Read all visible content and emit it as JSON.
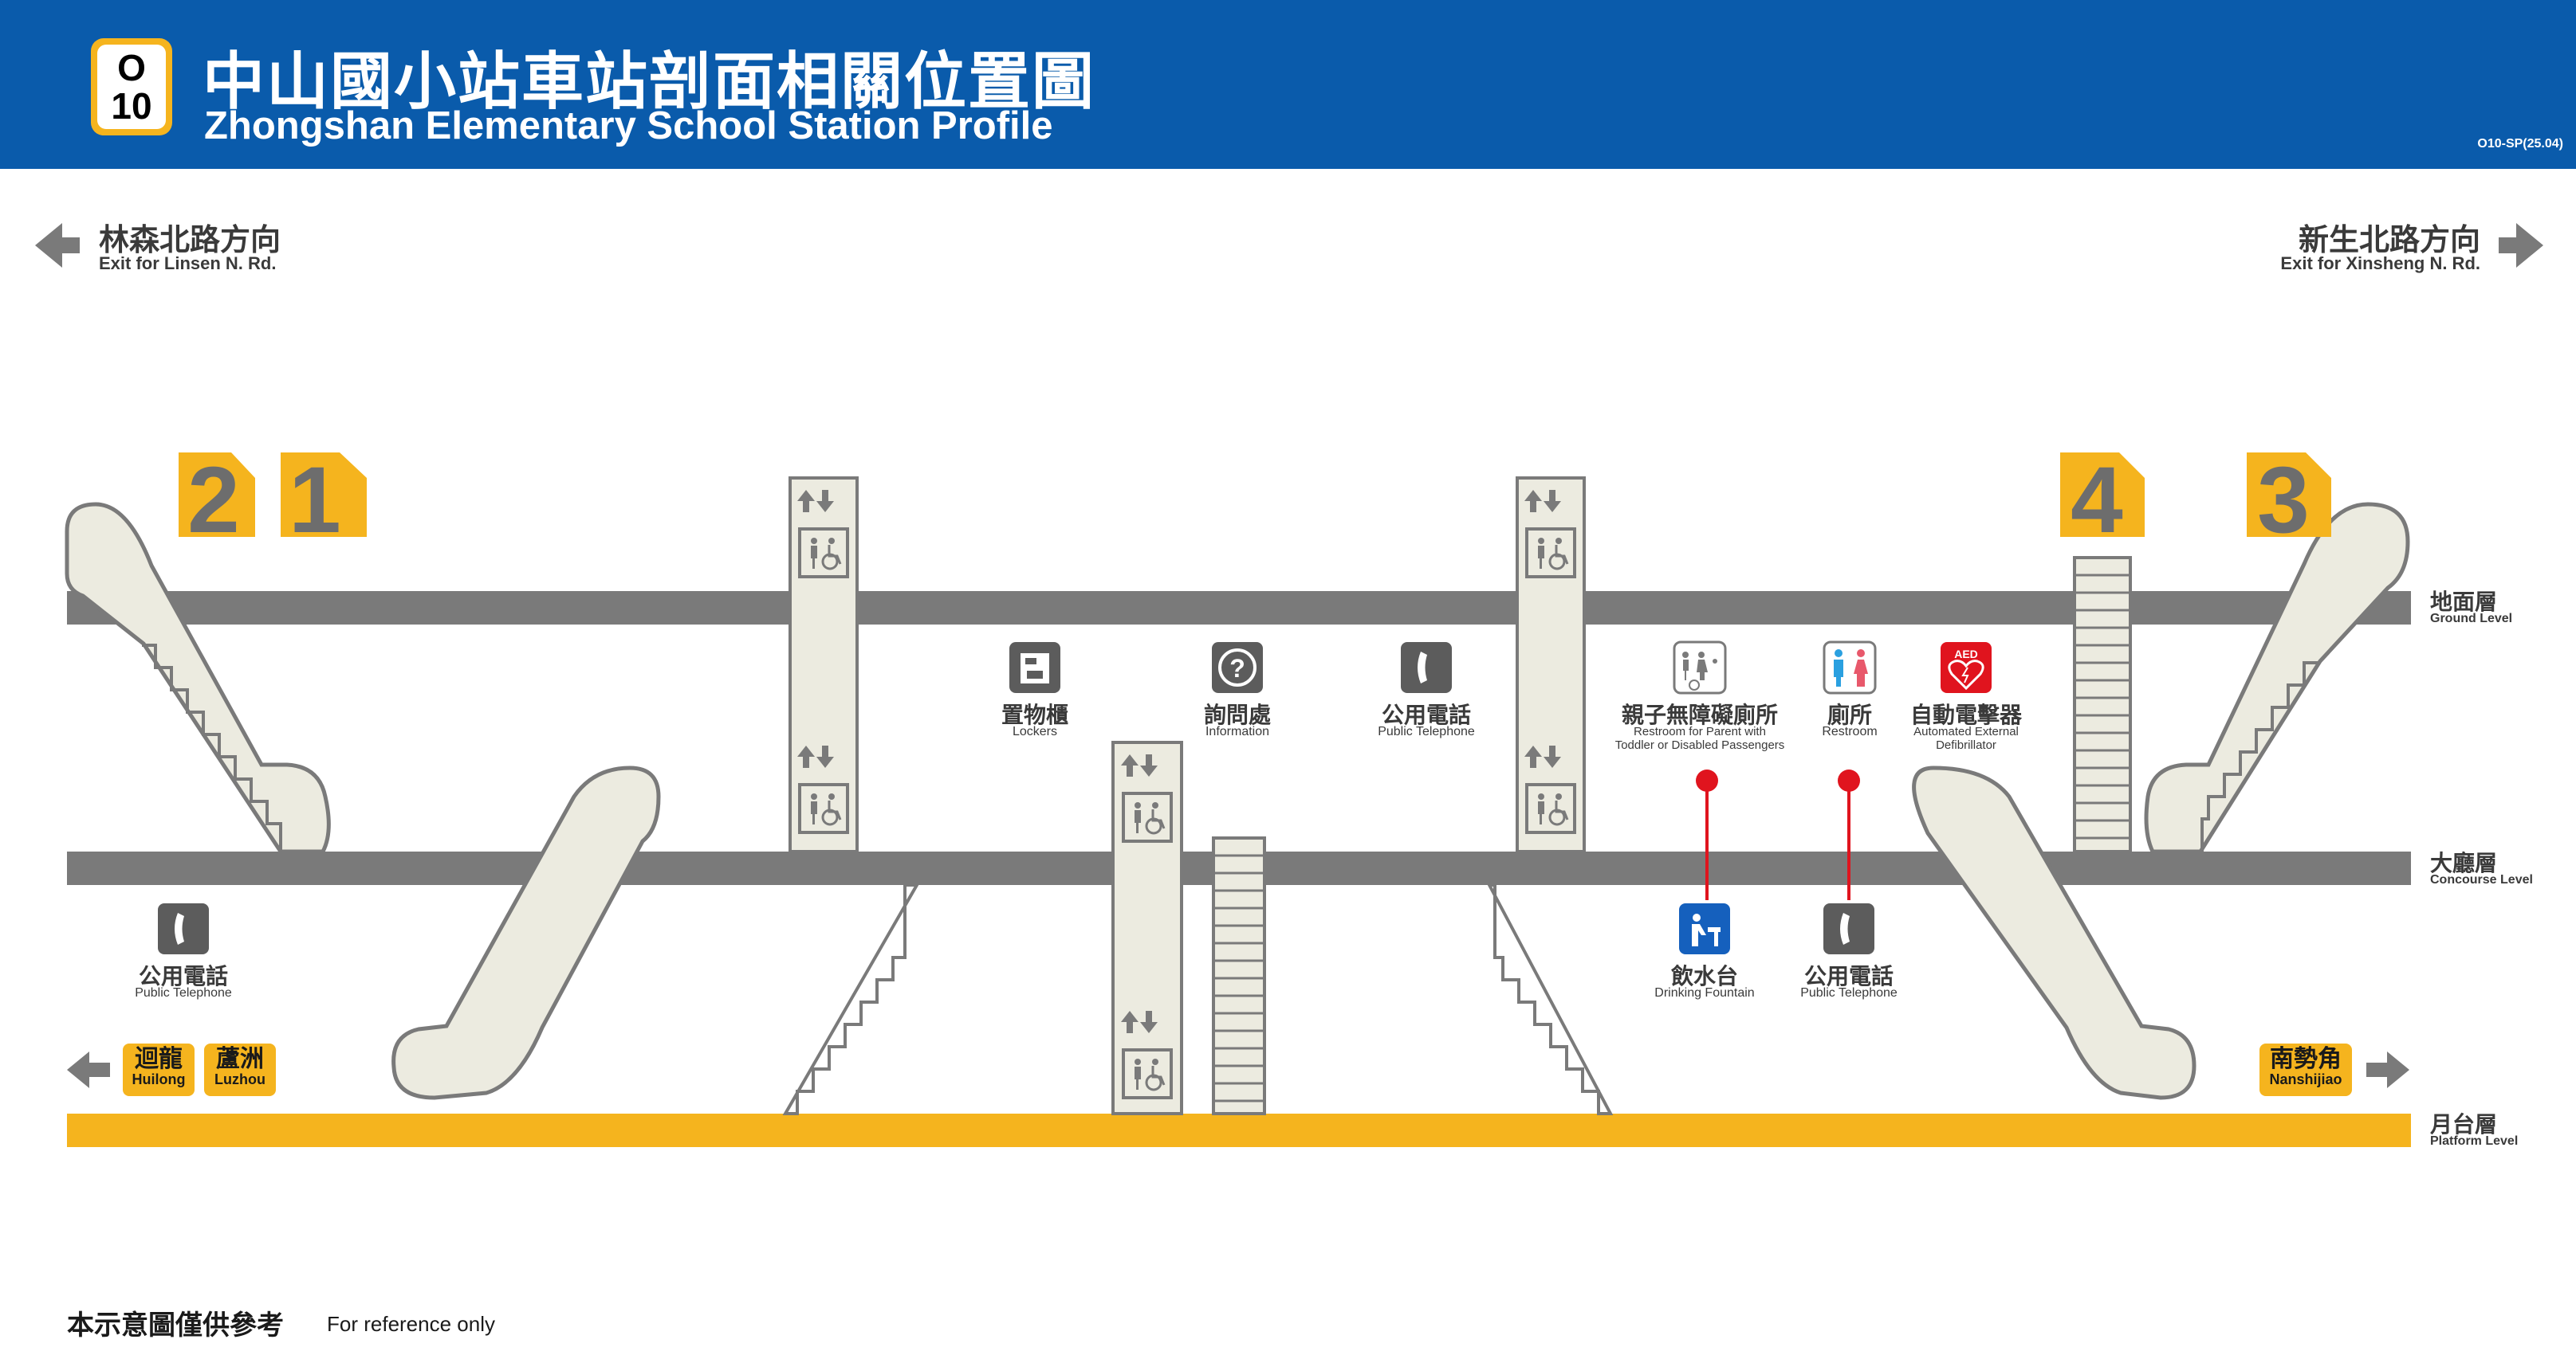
{
  "header": {
    "line_letter": "O",
    "station_number": "10",
    "title_zh": "中山國小站車站剖面相關位置圖",
    "title_en": "Zhongshan Elementary School Station Profile",
    "doc_code": "O10-SP(25.04)"
  },
  "directions": {
    "left_zh": "林森北路方向",
    "left_en": "Exit for Linsen N. Rd.",
    "right_zh": "新生北路方向",
    "right_en": "Exit for Xinsheng N. Rd."
  },
  "exits": [
    "2",
    "1",
    "4",
    "3"
  ],
  "levels": {
    "ground_zh": "地面層",
    "ground_en": "Ground Level",
    "concourse_zh": "大廳層",
    "concourse_en": "Concourse Level",
    "platform_zh": "月台層",
    "platform_en": "Platform Level"
  },
  "facilities": {
    "lockers_zh": "置物櫃",
    "lockers_en": "Lockers",
    "info_zh": "詢問處",
    "info_en": "Information",
    "phone_zh": "公用電話",
    "phone_en": "Public Telephone",
    "family_restroom_zh": "親子無障礙廁所",
    "family_restroom_en_1": "Restroom for Parent with",
    "family_restroom_en_2": "Toddler or Disabled Passengers",
    "restroom_zh": "廁所",
    "restroom_en": "Restroom",
    "aed_zh": "自動電擊器",
    "aed_en_1": "Automated External",
    "aed_en_2": "Defibrillator",
    "aed_badge": "AED",
    "fountain_zh": "飲水台",
    "fountain_en": "Drinking Fountain"
  },
  "destinations": {
    "huilong_zh": "迴龍",
    "huilong_en": "Huilong",
    "luzhou_zh": "蘆洲",
    "luzhou_en": "Luzhou",
    "nanshijiao_zh": "南勢角",
    "nanshijiao_en": "Nanshijiao"
  },
  "colors": {
    "header_blue": "#0a5bab",
    "line_orange": "#f5b41e",
    "floor_gray": "#7a7a7a",
    "equipment_fill": "#ecebe0",
    "facility_icon_gray": "#5c5c5c",
    "marker_red": "#e0141e",
    "fountain_blue": "#1560bd"
  },
  "footer": {
    "disclaimer_zh": "本示意圖僅供參考",
    "disclaimer_en": "For reference only"
  }
}
